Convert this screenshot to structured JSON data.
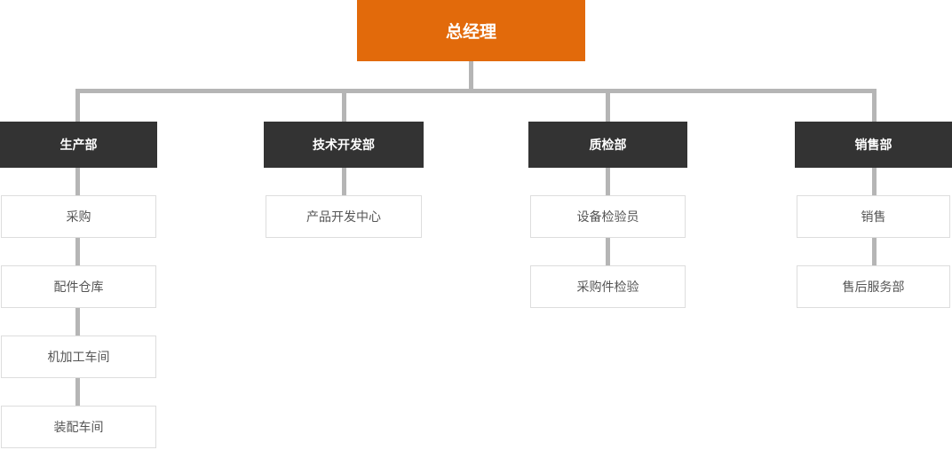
{
  "chart": {
    "type": "org-chart",
    "root": {
      "label": "总经理"
    },
    "columns": [
      {
        "department": {
          "label": "生产部"
        },
        "children": [
          "采购",
          "配件仓库",
          "机加工车间",
          "装配车间"
        ]
      },
      {
        "department": {
          "label": "技术开发部"
        },
        "children": [
          "产品开发中心"
        ]
      },
      {
        "department": {
          "label": "质检部"
        },
        "children": [
          "设备检验员",
          "采购件检验"
        ]
      },
      {
        "department": {
          "label": "销售部"
        },
        "children": [
          "销售",
          "售后服务部"
        ]
      }
    ]
  },
  "colors": {
    "root_bg": "#e26a0b",
    "department_bg": "#333333",
    "node_text_on_dark": "#ffffff",
    "child_text": "#555555",
    "child_border": "#dddddd",
    "connector": "#b5b5b5",
    "background": "#ffffff"
  }
}
